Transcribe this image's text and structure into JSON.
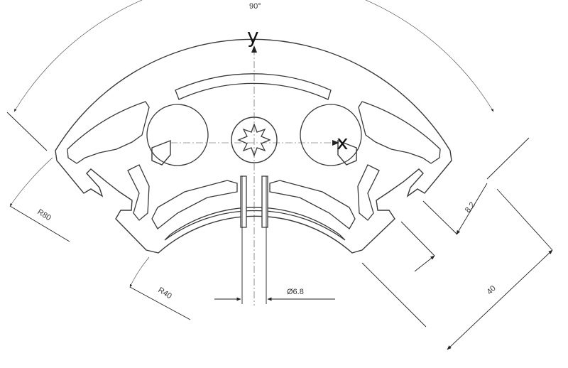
{
  "drawing": {
    "angle_label": "90°",
    "axis_y_label": "y",
    "axis_x_label": "x",
    "outer_radius_label": "R80",
    "inner_radius_label": "R40",
    "bore_diameter_label": "Ø6.8",
    "slot_width_label": "8.2",
    "profile_width_label": "40",
    "colors": {
      "profile_fill": "#c9c9c9",
      "profile_edge": "#3a3a3a",
      "dimension_lines": "#222222"
    }
  }
}
